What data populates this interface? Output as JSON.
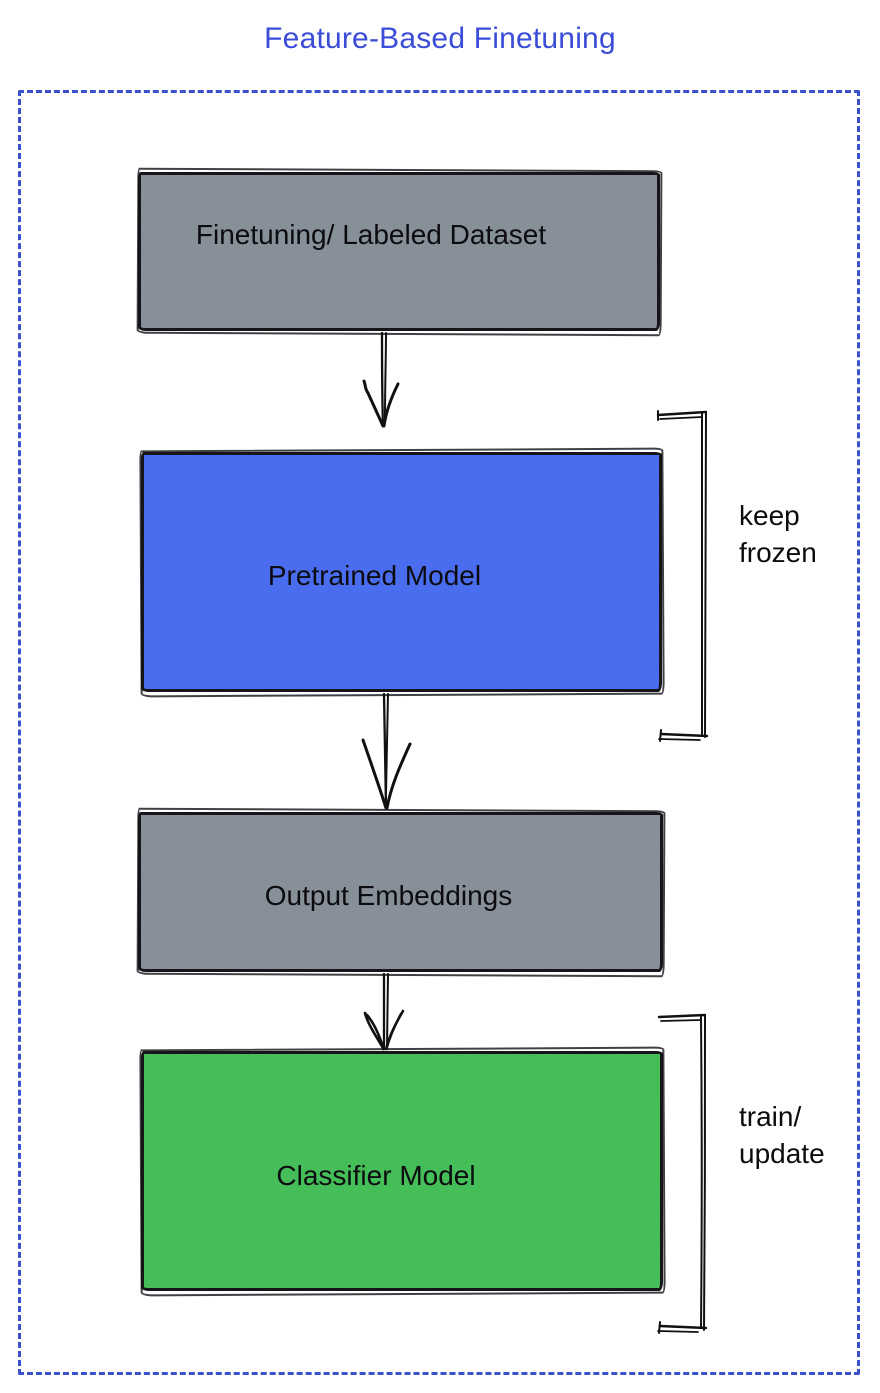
{
  "title": "Feature-Based Finetuning",
  "colors": {
    "title_text": "#3a4cd8",
    "frame_border": "#3a50cf",
    "node_gray": "#878f99",
    "node_blue": "#4a6cee",
    "node_green": "#45bd58",
    "ink": "#111111"
  },
  "nodes": [
    {
      "id": "dataset",
      "label": "Finetuning/ Labeled Dataset",
      "fill": "#878f99"
    },
    {
      "id": "pretrained",
      "label": "Pretrained Model",
      "fill": "#4a6cee"
    },
    {
      "id": "embeddings",
      "label": "Output Embeddings",
      "fill": "#878f99"
    },
    {
      "id": "classifier",
      "label": "Classifier Model",
      "fill": "#45bd58"
    }
  ],
  "edges": [
    {
      "from": "Finetuning/ Labeled Dataset",
      "to": "Pretrained Model"
    },
    {
      "from": "Pretrained Model",
      "to": "Output Embeddings"
    },
    {
      "from": "Output Embeddings",
      "to": "Classifier Model"
    }
  ],
  "annotations": [
    {
      "target": "Pretrained Model",
      "line1": "keep",
      "line2": "frozen"
    },
    {
      "target": "Classifier Model",
      "line1": "train/",
      "line2": "update"
    }
  ]
}
